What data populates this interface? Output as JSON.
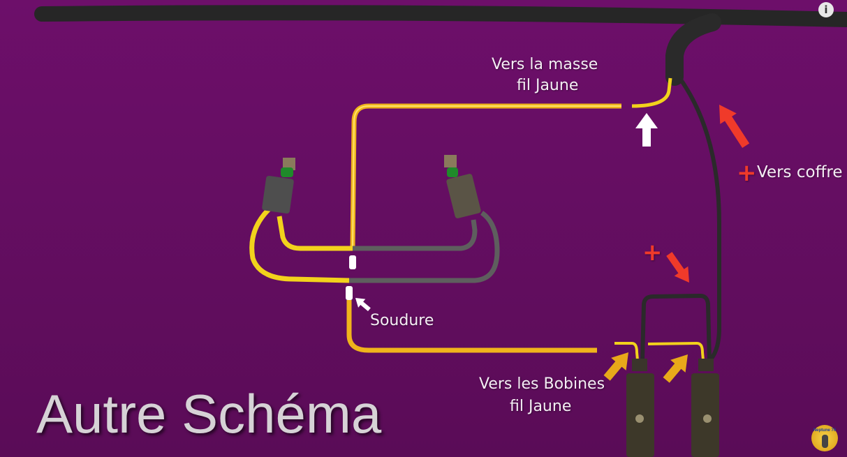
{
  "title": "Autre Schéma",
  "labels": {
    "ground_line1": "Vers la masse",
    "ground_line2": "fil Jaune",
    "trunk_prefix": "+",
    "trunk": "Vers coffre",
    "plus_sign": "+",
    "weld": "Soudure",
    "coils_line1": "Vers les Bobines",
    "coils_line2": "fil Jaune"
  },
  "info_button": "i",
  "logo_text": "Neptune 76",
  "colors": {
    "background": "#6b0e68",
    "yellow_wire": "#f2d21c",
    "orange_wire": "#f0a81a",
    "black_wire": "#2b2b2b",
    "gray_wire": "#5e5e5e",
    "red_arrow": "#f03a2a",
    "yellow_arrow": "#e8a91a",
    "white_arrow": "#ffffff"
  }
}
